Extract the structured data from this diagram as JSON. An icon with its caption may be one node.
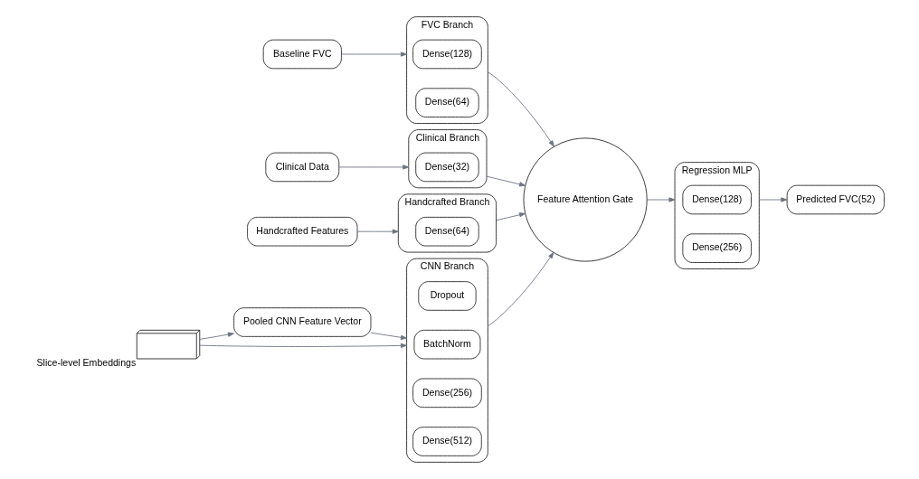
{
  "diagram": {
    "nodes": [
      {
        "text": [
          "Pooled CNN Feature Vector"
        ]
      },
      {
        "text": [],
        "shape": "box",
        "beside": [
          "Slice-level Embeddings"
        ]
      },
      {
        "text": [
          "CNN Branch"
        ]
      },
      {
        "text": [
          "Dense(512)"
        ],
        "in": 2
      },
      {
        "text": [
          "Dense(256)"
        ],
        "in": 2
      },
      {
        "text": [
          "BatchNorm"
        ],
        "in": 2
      },
      {
        "text": [
          "Dropout"
        ],
        "in": 2
      },
      {
        "text": [
          "Baseline FVC"
        ]
      },
      {
        "text": [
          "FVC Branch"
        ]
      },
      {
        "text": [
          "Dense(64)"
        ],
        "in": 8
      },
      {
        "text": [
          "Dense(128)"
        ],
        "in": 8
      },
      {
        "text": [
          "Clinical Data"
        ]
      },
      {
        "text": [
          "Clinical Branch"
        ]
      },
      {
        "text": [
          "Dense(32)"
        ],
        "in": 12
      },
      {
        "text": [
          "Handcrafted Features"
        ]
      },
      {
        "text": [
          "Handcrafted Branch"
        ]
      },
      {
        "text": [
          "Dense(64)"
        ],
        "in": 15
      },
      {
        "text": [
          "Feature Attention Gate"
        ]
      },
      {
        "text": [
          "Regression MLP"
        ]
      },
      {
        "text": [
          "Dense(256)"
        ],
        "in": 18
      },
      {
        "text": [
          "Dense(128)"
        ],
        "in": 18
      },
      {
        "text": [
          "Predicted FVC(52)"
        ]
      }
    ],
    "edges": [
      {
        "from": 1,
        "to": 0,
        "arrow": "to"
      },
      {
        "from": 0,
        "to": 2,
        "arrow": "to"
      },
      {
        "from": 1,
        "to": 2,
        "arrow": "to"
      },
      {
        "from": 7,
        "to": 8,
        "arrow": "to"
      },
      {
        "from": 11,
        "to": 12,
        "arrow": "to"
      },
      {
        "from": 14,
        "to": 15,
        "arrow": "to"
      },
      {
        "from": 2,
        "to": 17,
        "arrow": "to"
      },
      {
        "from": 8,
        "to": 17,
        "arrow": "to"
      },
      {
        "from": 12,
        "to": 17,
        "arrow": "to"
      },
      {
        "from": 15,
        "to": 17,
        "arrow": "to"
      },
      {
        "from": 17,
        "to": 18,
        "arrow": "to"
      },
      {
        "from": 18,
        "to": 21,
        "arrow": "to"
      }
    ]
  }
}
